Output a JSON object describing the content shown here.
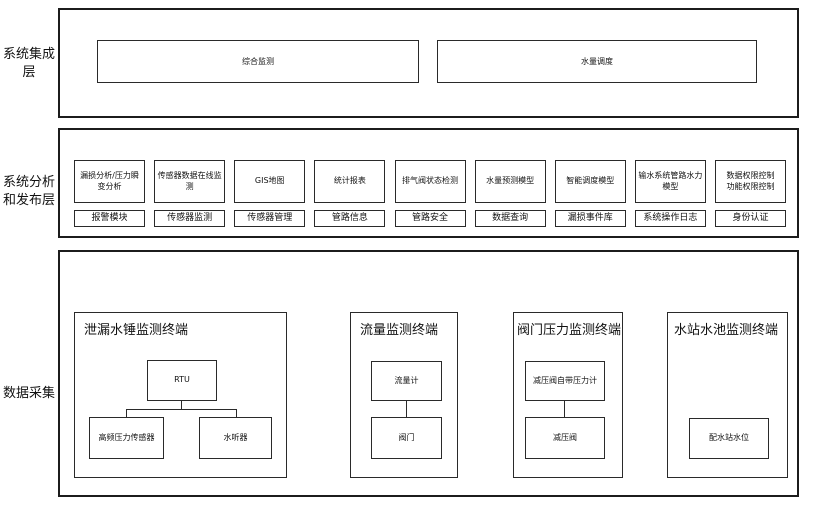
{
  "layer1": {
    "label": "系统集成层",
    "box1": "综合监测",
    "box2": "水量调度"
  },
  "layer2": {
    "label": "系统分析和发布层",
    "row1": [
      "漏损分析/压力瞬变分析",
      "传感器数据在线监测",
      "GIS地图",
      "统计报表",
      "排气阀状态检测",
      "水量预测模型",
      "智能调度模型",
      "输水系统管路水力模型",
      "数据权限控制\n功能权限控制"
    ],
    "row2": [
      "报警模块",
      "传感器监测",
      "传感器管理",
      "管路信息",
      "管路安全",
      "数据查询",
      "漏损事件库",
      "系统操作日志",
      "身份认证"
    ]
  },
  "layer3": {
    "label": "数据采集",
    "groups": [
      {
        "title": "泄漏水锤监测终端",
        "rtu": "RTU",
        "child1": "高频压力传感器",
        "child2": "水听器"
      },
      {
        "title": "流量监测终端",
        "top": "流量计",
        "bottom": "阀门"
      },
      {
        "title": "阀门压力监测终端",
        "top": "减压阀自带压力计",
        "bottom": "减压阀"
      },
      {
        "title": "水站水池监测终端",
        "box": "配水站水位"
      }
    ]
  }
}
